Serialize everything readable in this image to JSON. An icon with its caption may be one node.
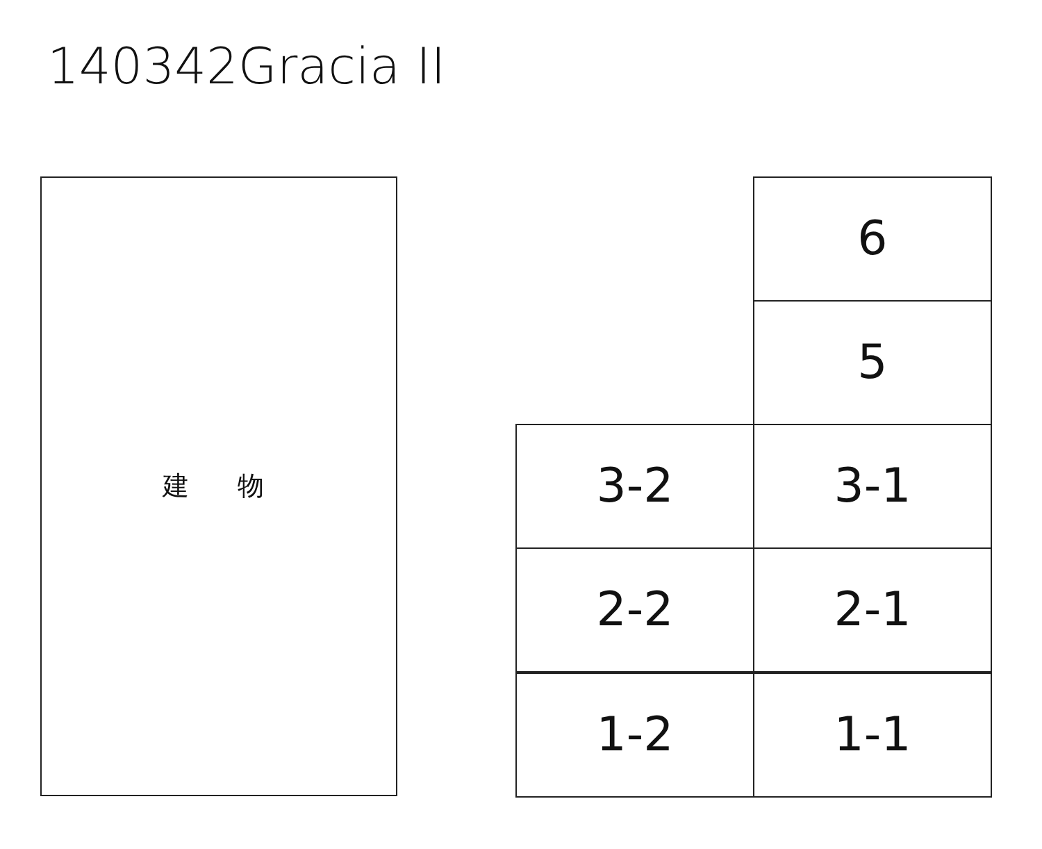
{
  "diagram": {
    "title": "140342Gracia II",
    "nodes": [
      {
        "text": [
          "建　物"
        ]
      },
      {
        "text": [
          "6"
        ]
      },
      {
        "text": [
          "5"
        ]
      },
      {
        "text": [
          "3-2"
        ]
      },
      {
        "text": [
          "3-1"
        ]
      },
      {
        "text": [
          "2-2"
        ]
      },
      {
        "text": [
          "2-1"
        ]
      },
      {
        "text": [
          "1-2"
        ]
      },
      {
        "text": [
          "1-1"
        ]
      }
    ]
  }
}
